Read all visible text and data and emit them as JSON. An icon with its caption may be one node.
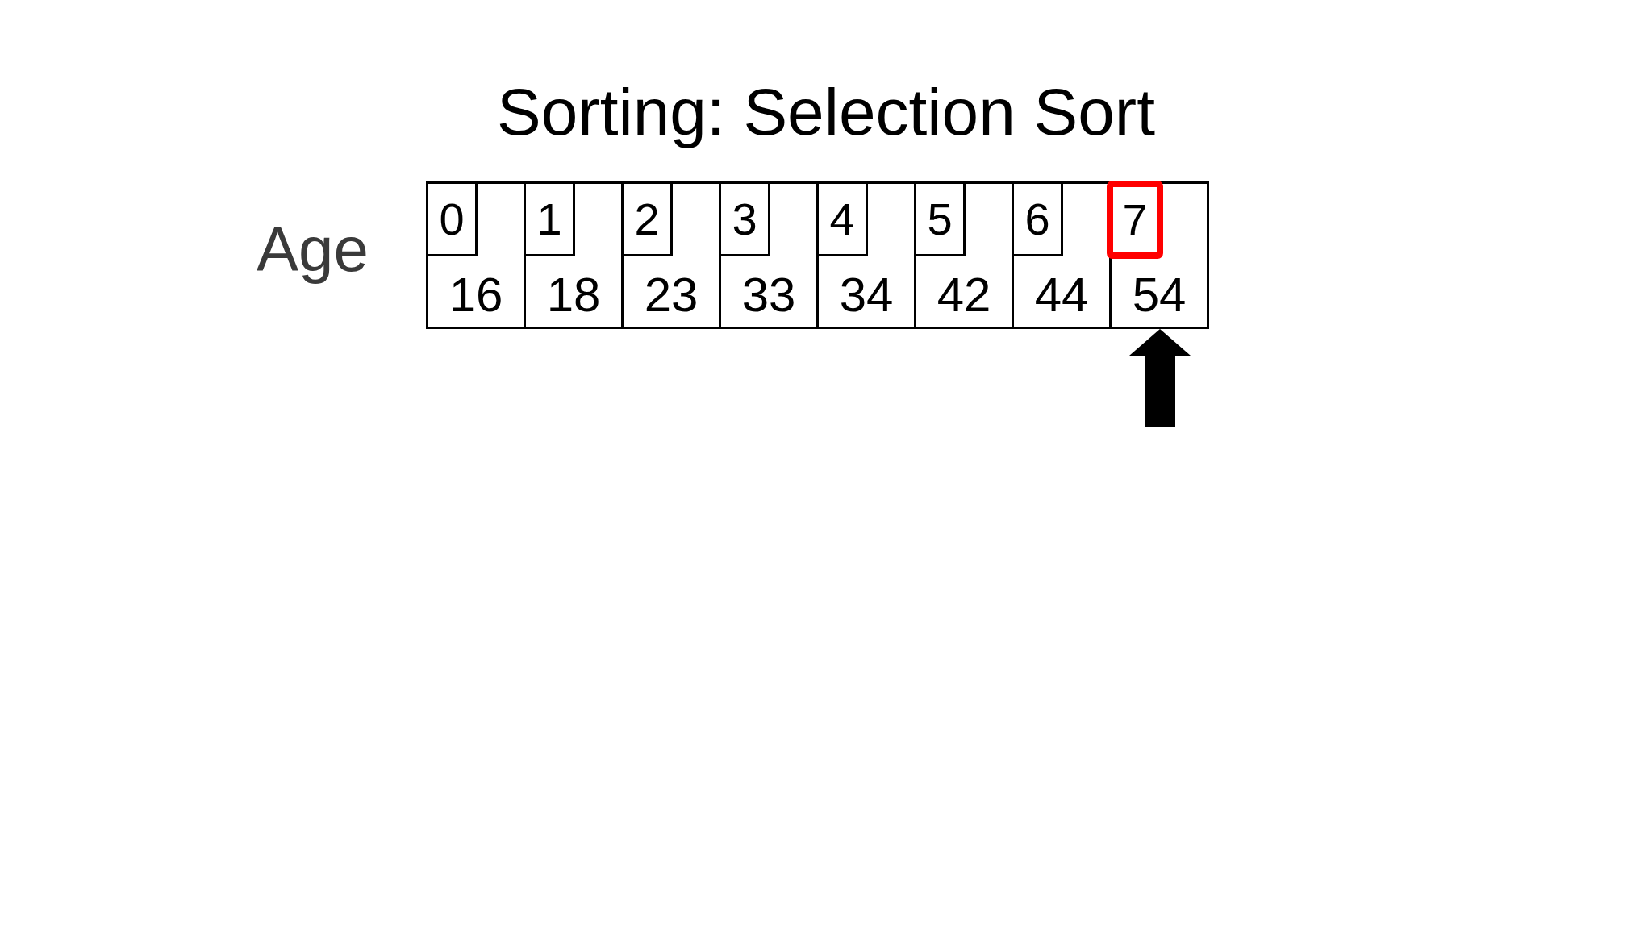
{
  "diagram": {
    "title": "Sorting: Selection Sort",
    "nodes": [
      {
        "text": [
          "16"
        ]
      },
      {
        "text": [
          "0"
        ],
        "in": 0
      },
      {
        "text": [
          "18"
        ]
      },
      {
        "text": [
          "1"
        ],
        "in": 2
      },
      {
        "text": [
          "23"
        ]
      },
      {
        "text": [
          "2"
        ],
        "in": 4
      },
      {
        "text": [
          "33"
        ]
      },
      {
        "text": [
          "3"
        ],
        "in": 6
      },
      {
        "text": [
          "34"
        ]
      },
      {
        "text": [
          "4"
        ],
        "in": 8
      },
      {
        "text": [
          "42"
        ]
      },
      {
        "text": [
          "5"
        ],
        "in": 10
      },
      {
        "text": [
          "44"
        ]
      },
      {
        "text": [
          "6"
        ],
        "in": 12
      },
      {
        "text": [
          "54"
        ]
      },
      {
        "text": [
          "7"
        ],
        "in": 14
      }
    ],
    "edges": [
      {
        "from": null,
        "to": 14,
        "arrow": "to"
      }
    ],
    "labels": [
      "Age"
    ]
  }
}
